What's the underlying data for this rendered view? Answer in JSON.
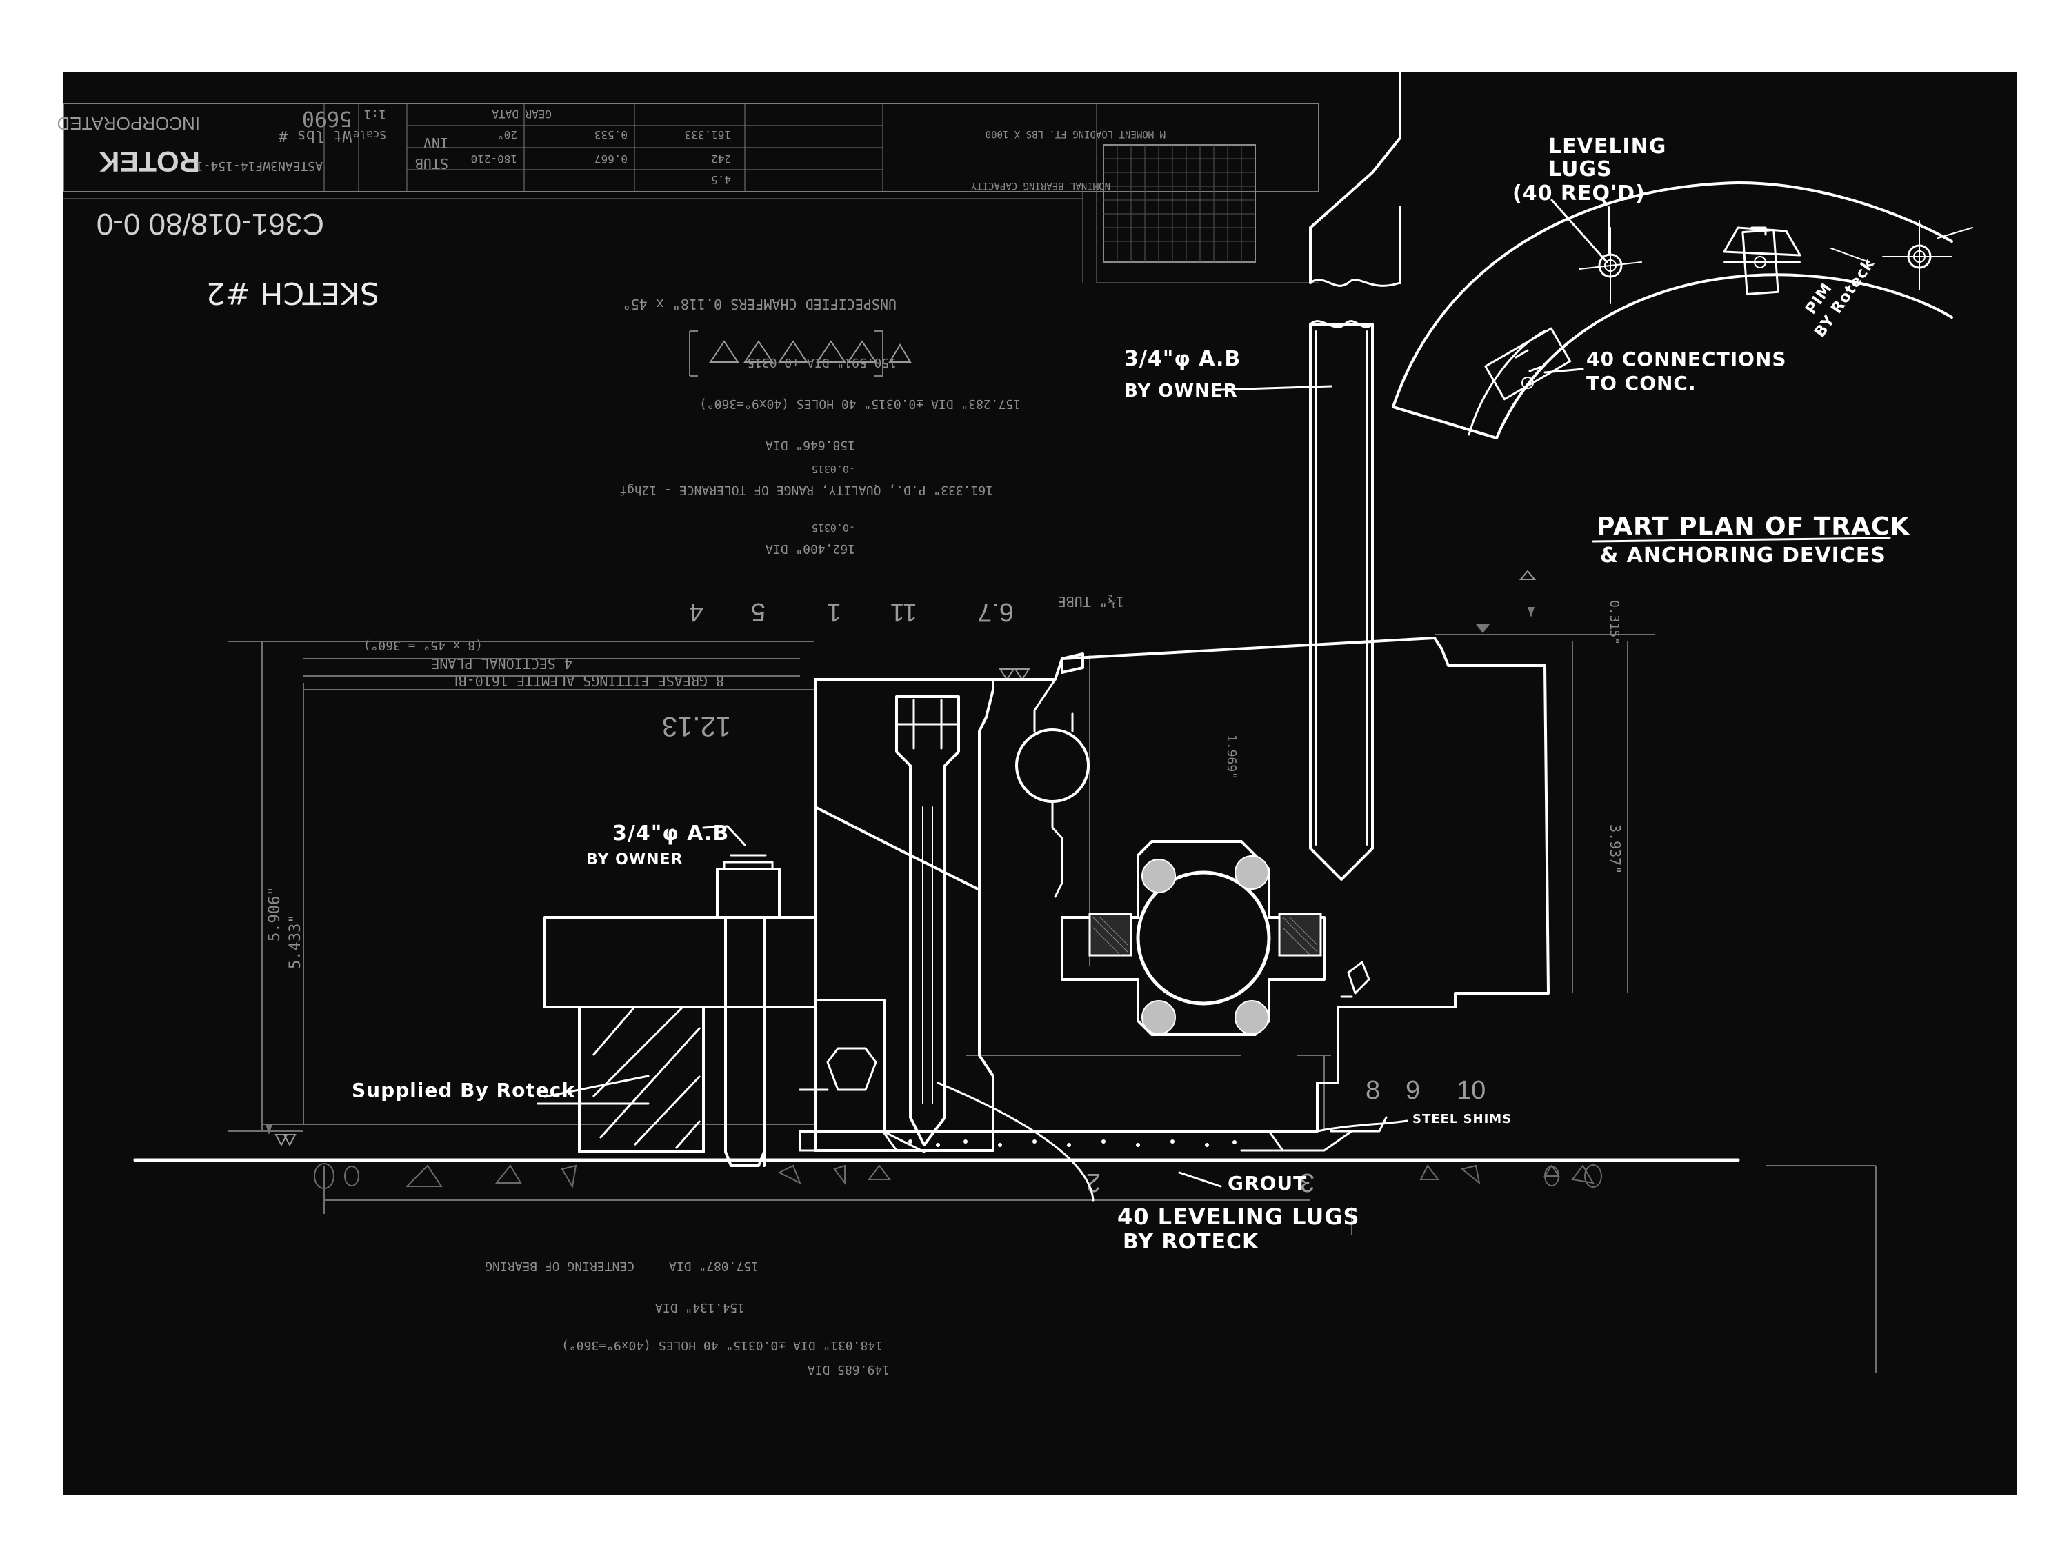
{
  "title_block": {
    "company": "ROTEK",
    "company_sub": "INCORPORATED",
    "drawing_number": "C361-018/80 0-0",
    "wt_lbs_label": "Wt lbs #",
    "wt_lbs": "5690",
    "scale_label": "Scale",
    "scale": "1:1",
    "stamp": "ASTEAN3WF14-154-1",
    "gear_data_header": "GEAR DATA",
    "tooth_form": "STUB",
    "tooth_form_2": "INV",
    "pressure_angle": "20°",
    "hardness": "180-210",
    "diametral_pitch": "4.5",
    "pitch_dia": "161.333",
    "backlash": "161.333",
    "no_teeth": "242",
    "addendum": "0.533",
    "dedendum": "0.667",
    "capacity_label": "NOMINAL BEARING CAPACITY",
    "moment_label": "M MOMENT LOADING FT. LBS X 1000"
  },
  "sketch_label": "SKETCH #2",
  "notes": {
    "chamfers": "UNSPECIFIED CHAMFERS 0.118\" x 45°",
    "dia_162": "162,400\" DIA",
    "tol_162": "-0.0315",
    "dia_161": "161.333\" P.D., QUALITY, RANGE OF TOLERANCE - 12hgf",
    "tol_161": "-0.0315",
    "dia_158": "158.646\" DIA",
    "dia_157": "157.283\" DIA ±0.0315\"  40 HOLES (40x9°=360°)",
    "dia_150": "150.591\" DIA +0.0315",
    "tube": "1½\" TUBE",
    "grease": "8 GREASE FITTINGS ALEMITE 1610-BL",
    "grease_2": "4 SECTIONAL PLANE",
    "grease_3": "(8 x 45° = 360°)",
    "dia_148": "148.031\" DIA ±0.0315\"  40 HOLES (40x9°=360°)",
    "dia_149": "149.685 DIA",
    "dia_154": "154.134\" DIA",
    "dia_157b": "157.087\" DIA",
    "centering": "CENTERING OF BEARING",
    "dim_1213": "12.13",
    "dim_5906": "5.906\"",
    "dim_5433": "5.433\"",
    "dim_3937": "3.937\"",
    "dim_0315": "0.315\"",
    "dim_1969": "1.969\"",
    "numbers_top": [
      "6.7",
      "11",
      "1",
      "5",
      "4"
    ],
    "numbers_bottom": [
      "10",
      "9",
      "8"
    ],
    "numbers_mid": [
      "2",
      "3"
    ]
  },
  "annotations": {
    "ab_top_size": "3/4\"φ A.B",
    "ab_top_owner": "BY OWNER",
    "ab_left_size": "3/4\"φ A.B",
    "ab_left_owner": "BY OWNER",
    "leveling_lugs_1": "LEVELING",
    "leveling_lugs_2": "LUGS",
    "leveling_lugs_3": "(40 REQ'D)",
    "connections_1": "40 CONNECTIONS",
    "connections_2": "TO CONC.",
    "pim": "PIM",
    "by_roteck_small": "BY Roteck",
    "part_plan_1": "PART PLAN OF TRACK",
    "part_plan_2": "& ANCHORING DEVICES",
    "supplied": "Supplied By Roteck",
    "steel_shims": "STEEL SHIMS",
    "grout": "GROUT",
    "lugs_bottom_1": "40 LEVELING LUGS",
    "lugs_bottom_2": "BY ROTECK"
  }
}
